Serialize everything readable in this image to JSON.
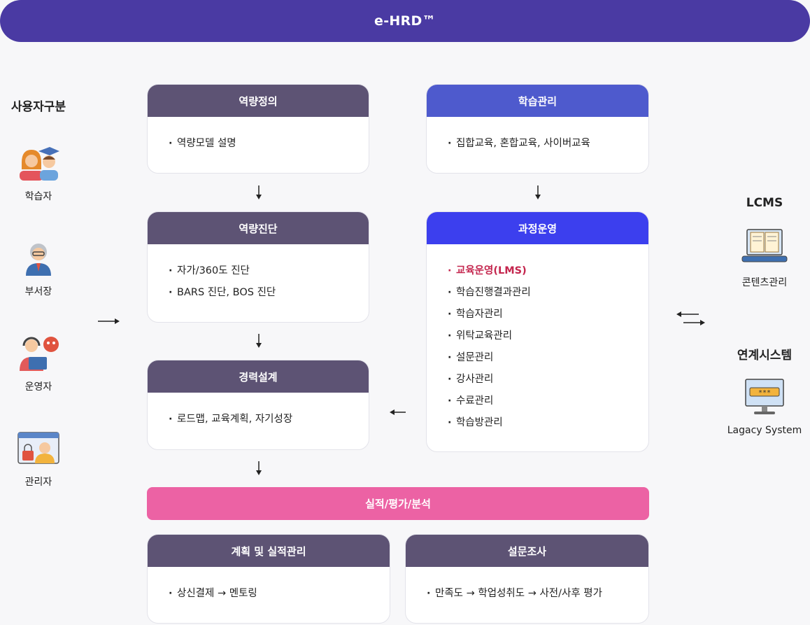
{
  "header": {
    "title": "e-HRD™"
  },
  "users": {
    "title": "사용자구분",
    "items": [
      {
        "label": "학습자"
      },
      {
        "label": "부서장"
      },
      {
        "label": "운영자"
      },
      {
        "label": "관리자"
      }
    ]
  },
  "cards": {
    "competency_def": {
      "title": "역량정의",
      "items": [
        "역량모델 설명"
      ]
    },
    "competency_diag": {
      "title": "역량진단",
      "items": [
        "자가/360도 진단",
        "BARS 진단, BOS 진단"
      ]
    },
    "career": {
      "title": "경력설계",
      "items": [
        "로드맵, 교육계획, 자기성장"
      ]
    },
    "learning_mgmt": {
      "title": "학습관리",
      "items": [
        "집합교육, 혼합교육, 사이버교육"
      ]
    },
    "course_ops": {
      "title": "과정운영",
      "highlight": "교육운영(LMS)",
      "items": [
        "학습진행결과관리",
        "학습자관리",
        "위탁교육관리",
        "설문관리",
        "강사관리",
        "수료관리",
        "학습방관리"
      ]
    },
    "plan": {
      "title": "계획 및 실적관리",
      "items": [
        "상신결제 → 멘토링"
      ]
    },
    "survey": {
      "title": "설문조사",
      "items": [
        "만족도 → 학업성취도 → 사전/사후 평가"
      ]
    }
  },
  "analysis_bar": {
    "label": "실적/평가/분석"
  },
  "right": {
    "lcms": {
      "title": "LCMS",
      "label": "콘텐츠관리"
    },
    "link": {
      "title": "연계시스템",
      "label": "Lagacy System"
    }
  },
  "colors": {
    "header": "#4a3aa3",
    "card_head_purple": "#5d5374",
    "learning_head": "#4e5acd",
    "course_head": "#3c3fee",
    "highlight": "#c4264e",
    "analysis_bar": "#ec62a4"
  }
}
